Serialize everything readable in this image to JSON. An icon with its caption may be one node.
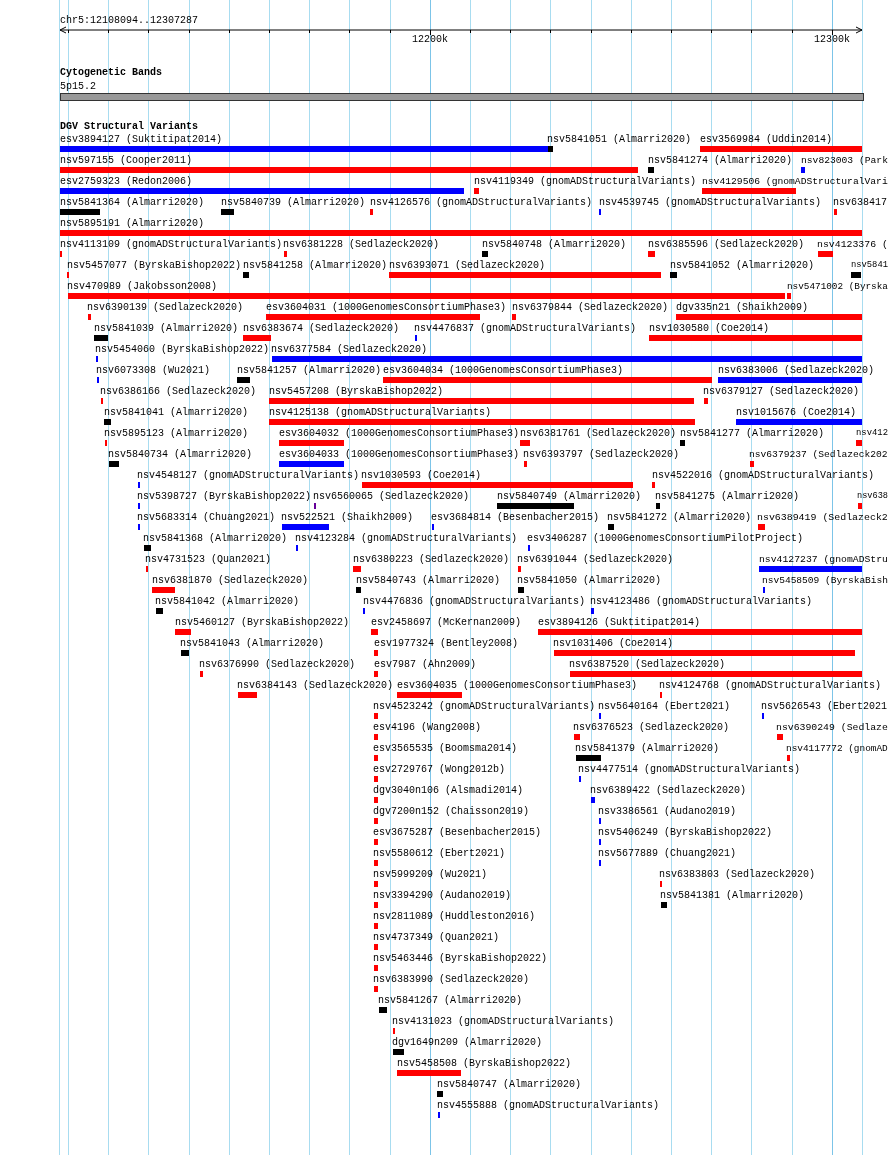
{
  "diagram": {
    "labels": [
      "chr5:12108094..12307287",
      "12200k",
      "12300k",
      "Cytogenetic Bands",
      "5p15.2",
      "DGV Structural Variants",
      "esv3894127 (Suktitipat2014)",
      "nsv5841051 (Almarri2020)",
      "esv3569984 (Uddin2014)",
      "nsv597155 (Cooper2011)",
      "nsv5841274 (Almarri2020)",
      "nsv823003 (Park",
      "esv2759323 (Redon2006)",
      "nsv4119349 (gnomADStructuralVariants)",
      "nsv4129506 (gnomADStructuralVari",
      "nsv5841364 (Almarri2020)",
      "nsv5840739 (Almarri2020)",
      "nsv4126576 (gnomADStructuralVariants)",
      "nsv4539745 (gnomADStructuralVariants)",
      "nsv638417",
      "nsv5895191 (Almarri2020)",
      "nsv4113109 (gnomADStructuralVariants)",
      "nsv6381228 (Sedlazeck2020)",
      "nsv5840748 (Almarri2020)",
      "nsv6385596 (Sedlazeck2020)",
      "nsv4123376 (",
      "nsv5457077 (ByrskaBishop2022)",
      "nsv5841258 (Almarri2020)",
      "nsv6393071 (Sedlazeck2020)",
      "nsv5841052 (Almarri2020)",
      "nsv5841",
      "nsv470989 (Jakobsson2008)",
      "nsv5471002 (Byrska",
      "nsv6390139 (Sedlazeck2020)",
      "esv3604031 (1000GenomesConsortiumPhase3)",
      "nsv6379844 (Sedlazeck2020)",
      "dgv335n21 (Shaikh2009)",
      "nsv5841039 (Almarri2020)",
      "nsv6383674 (Sedlazeck2020)",
      "nsv4476837 (gnomADStructuralVariants)",
      "nsv1030580 (Coe2014)",
      "nsv5454060 (ByrskaBishop2022)",
      "nsv6377584 (Sedlazeck2020)",
      "nsv6073308 (Wu2021)",
      "nsv5841257 (Almarri2020)",
      "esv3604034 (1000GenomesConsortiumPhase3)",
      "nsv6383006 (Sedlazeck2020)",
      "nsv6386166 (Sedlazeck2020)",
      "nsv5457208 (ByrskaBishop2022)",
      "nsv6379127 (Sedlazeck2020)",
      "nsv5841041 (Almarri2020)",
      "nsv4125138 (gnomADStructuralVariants)",
      "nsv1015676 (Coe2014)",
      "nsv5895123 (Almarri2020)",
      "esv3604032 (1000GenomesConsortiumPhase3)",
      "nsv6381761 (Sedlazeck2020)",
      "nsv5841277 (Almarri2020)",
      "nsv412",
      "nsv5840734 (Almarri2020)",
      "esv3604033 (1000GenomesConsortiumPhase3)",
      "nsv6393797 (Sedlazeck2020)",
      "nsv6379237 (Sedlazeck202",
      "nsv4548127 (gnomADStructuralVariants)",
      "nsv1030593 (Coe2014)",
      "nsv4522016 (gnomADStructuralVariants)",
      "nsv5398727 (ByrskaBishop2022)",
      "nsv6560065 (Sedlazeck2020)",
      "nsv5840749 (Almarri2020)",
      "nsv5841275 (Almarri2020)",
      "nsv638",
      "nsv5683314 (Chuang2021)",
      "nsv522521 (Shaikh2009)",
      "esv3684814 (Besenbacher2015)",
      "nsv5841272 (Almarri2020)",
      "nsv6389419 (Sedlazeck2",
      "nsv5841368 (Almarri2020)",
      "nsv4123284 (gnomADStructuralVariants)",
      "esv3406287 (1000GenomesConsortiumPilotProject)",
      "nsv4731523 (Quan2021)",
      "nsv6380223 (Sedlazeck2020)",
      "nsv6391044 (Sedlazeck2020)",
      "nsv4127237 (gnomADStru",
      "nsv6381870 (Sedlazeck2020)",
      "nsv5840743 (Almarri2020)",
      "nsv5841050 (Almarri2020)",
      "nsv5458509 (ByrskaBish",
      "nsv5841042 (Almarri2020)",
      "nsv4476836 (gnomADStructuralVariants)",
      "nsv4123486 (gnomADStructuralVariants)",
      "nsv5460127 (ByrskaBishop2022)",
      "esv2458697 (McKernan2009)",
      "esv3894126 (Suktitipat2014)",
      "nsv5841043 (Almarri2020)",
      "esv1977324 (Bentley2008)",
      "nsv1031406 (Coe2014)",
      "nsv6376990 (Sedlazeck2020)",
      "esv7987 (Ahn2009)",
      "nsv6387520 (Sedlazeck2020)",
      "nsv6384143 (Sedlazeck2020)",
      "esv3604035 (1000GenomesConsortiumPhase3)",
      "nsv4124768 (gnomADStructuralVariants)",
      "nsv4523242 (gnomADStructuralVariants)",
      "nsv5640164 (Ebert2021)",
      "nsv5626543 (Ebert2021",
      "esv4196 (Wang2008)",
      "nsv6376523 (Sedlazeck2020)",
      "nsv6390249 (Sedlaze",
      "esv3565535 (Boomsma2014)",
      "nsv5841379 (Almarri2020)",
      "nsv4117772 (gnomAD",
      "esv2729767 (Wong2012b)",
      "nsv4477514 (gnomADStructuralVariants)",
      "dgv3040n106 (Alsmadi2014)",
      "nsv6389422 (Sedlazeck2020)",
      "dgv7200n152 (Chaisson2019)",
      "nsv3386561 (Audano2019)",
      "esv3675287 (Besenbacher2015)",
      "nsv5406249 (ByrskaBishop2022)",
      "nsv5580612 (Ebert2021)",
      "nsv5677889 (Chuang2021)",
      "nsv5999209 (Wu2021)",
      "nsv6383803 (Sedlazeck2020)",
      "nsv3394290 (Audano2019)",
      "nsv5841381 (Almarri2020)",
      "nsv2811089 (Huddleston2016)",
      "nsv4737349 (Quan2021)",
      "nsv5463446 (ByrskaBishop2022)",
      "nsv6383990 (Sedlazeck2020)",
      "nsv5841267 (Almarri2020)",
      "nsv4131023 (gnomADStructuralVariants)",
      "dgv1649n209 (Almarri2020)",
      "nsv5458508 (ByrskaBishop2022)",
      "nsv5840747 (Almarri2020)",
      "nsv4555888 (gnomADStructuralVariants)"
    ]
  }
}
